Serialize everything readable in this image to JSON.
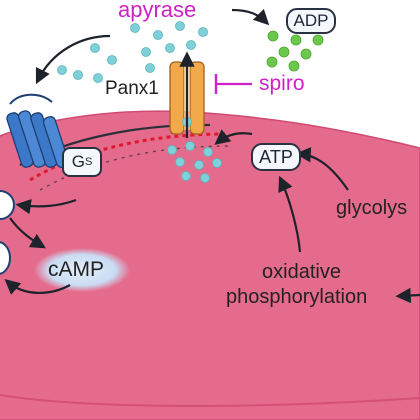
{
  "labels": {
    "apyrase": "apyrase",
    "adp": "ADP",
    "panx1": "Panx1",
    "spiro": "spiro",
    "gs_main": "G",
    "gs_sub": "S",
    "atp": "ATP",
    "camp": "cAMP",
    "glycolysis": "glycolys",
    "oxidative_line1": "oxidative",
    "oxidative_line2": "phosphorylation"
  },
  "colors": {
    "cell_fill": "#e56b8c",
    "cell_edge": "#d04a72",
    "membrane_dots": "#e01a2e",
    "membrane_dark": "#2b2f3a",
    "apyrase_text": "#d020c8",
    "spiro_text": "#d020c8",
    "atp_dot": "#7fd0d8",
    "adp_dot": "#6cc84a",
    "receptor": "#3c78c8",
    "panx1_channel": "#f2a94a",
    "camp_glow": "#d6e6f7",
    "arrow": "#1e222b"
  }
}
